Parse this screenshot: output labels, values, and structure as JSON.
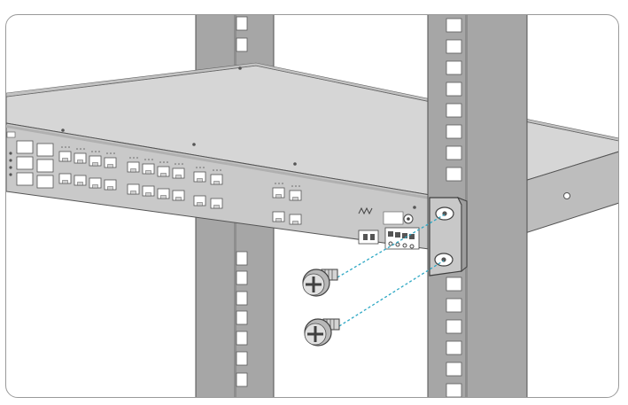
{
  "illustration": {
    "subject": "switch-rack-mount-installation",
    "objects": [
      "rack-post-left",
      "rack-post-right",
      "network-switch",
      "mounting-bracket",
      "mounting-screw",
      "mounting-screw"
    ],
    "colors": {
      "rack": "#a3a3a3",
      "rack_edge": "#4a4a4a",
      "switch_top": "#d4d4d4",
      "switch_front": "#bdbdbd",
      "port_fill": "#ffffff",
      "screw": "#b5b5b5",
      "guide_line": "#2ea8c4"
    }
  }
}
